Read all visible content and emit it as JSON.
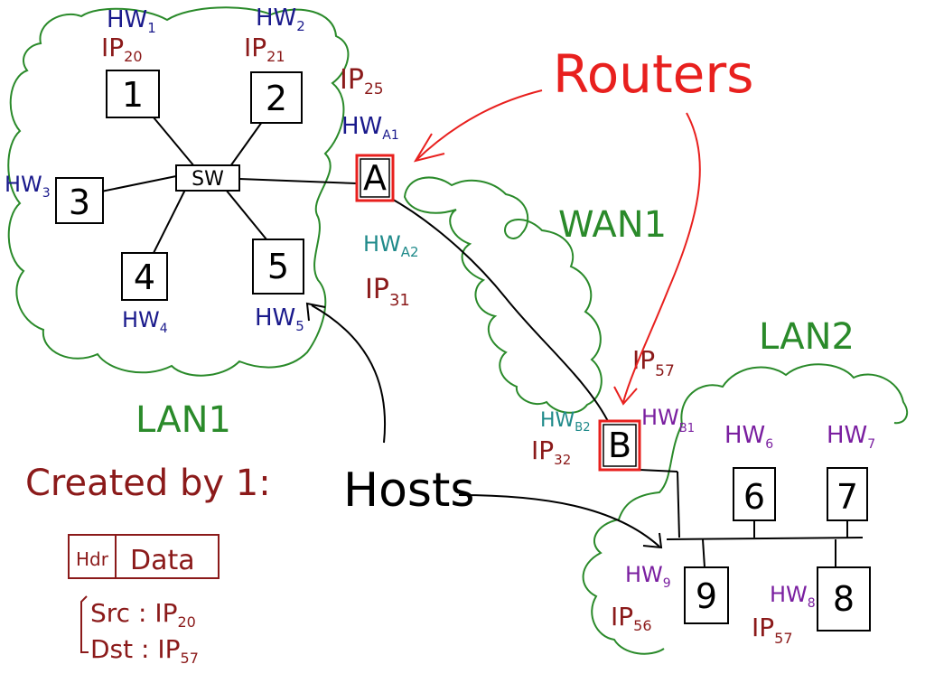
{
  "title": "Routers",
  "clouds": {
    "lan1": "LAN1",
    "wan1": "WAN1",
    "lan2": "LAN2"
  },
  "hosts_label": "Hosts",
  "switch_label": "SW",
  "nodes": {
    "h1": "1",
    "h2": "2",
    "h3": "3",
    "h4": "4",
    "h5": "5",
    "h6": "6",
    "h7": "7",
    "h8": "8",
    "h9": "9",
    "routerA": "A",
    "routerB": "B"
  },
  "addresses": {
    "hw1": {
      "base": "HW",
      "sub": "1"
    },
    "ip20": {
      "base": "IP",
      "sub": "20"
    },
    "hw2": {
      "base": "HW",
      "sub": "2"
    },
    "ip21": {
      "base": "IP",
      "sub": "21"
    },
    "hw3": {
      "base": "HW",
      "sub": "3"
    },
    "hw4": {
      "base": "HW",
      "sub": "4"
    },
    "hw5": {
      "base": "HW",
      "sub": "5"
    },
    "ip25": {
      "base": "IP",
      "sub": "25"
    },
    "hwA1": {
      "base": "HW",
      "sub": "A1"
    },
    "hwA2": {
      "base": "HW",
      "sub": "A2"
    },
    "ip31": {
      "base": "IP",
      "sub": "31"
    },
    "ip57_router": {
      "base": "IP",
      "sub": "57"
    },
    "hwB1": {
      "base": "HW",
      "sub": "B1"
    },
    "hwB2": {
      "base": "HW",
      "sub": "B2"
    },
    "ip32": {
      "base": "IP",
      "sub": "32"
    },
    "hw6": {
      "base": "HW",
      "sub": "6"
    },
    "hw7": {
      "base": "HW",
      "sub": "7"
    },
    "hw8": {
      "base": "HW",
      "sub": "8"
    },
    "ip57": {
      "base": "IP",
      "sub": "57"
    },
    "hw9": {
      "base": "HW",
      "sub": "9"
    },
    "ip56": {
      "base": "IP",
      "sub": "56"
    }
  },
  "packet": {
    "heading": "Created by 1:",
    "hdr": "Hdr",
    "data": "Data",
    "src_label": "Src",
    "src_value": {
      "base": "IP",
      "sub": "20"
    },
    "dst_label": "Dst",
    "dst_value": {
      "base": "IP",
      "sub": "57"
    }
  },
  "colors": {
    "mac": "#1a1a8c",
    "ip": "#8b1a1a",
    "router_iface": "#1f8a8a",
    "lan2_mac": "#7a1fa0",
    "cloud": "#2a8a2a",
    "annotation": "#e8201e",
    "ink": "#000000"
  }
}
